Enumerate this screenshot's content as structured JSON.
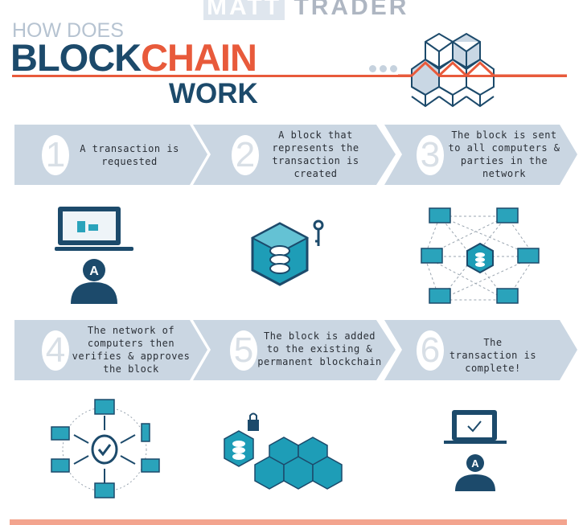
{
  "watermark": {
    "left": "MATT",
    "right": "TRADER"
  },
  "header": {
    "line1": "HOW DOES",
    "word1": "BLOCK",
    "word2": "CHAIN",
    "line3": "WORK"
  },
  "steps": [
    {
      "number": "1",
      "text": "A transaction is requested",
      "icon": "laptop-user-icon"
    },
    {
      "number": "2",
      "text": "A block that represents the transaction is created",
      "icon": "block-key-icon"
    },
    {
      "number": "3",
      "text": "The block is sent to all computers & parties in the network",
      "icon": "network-broadcast-icon"
    },
    {
      "number": "4",
      "text": "The network of computers then verifies & approves the block",
      "icon": "network-verify-icon"
    },
    {
      "number": "5",
      "text": "The block is added to the existing & permanent blockchain",
      "icon": "blockchain-lock-icon"
    },
    {
      "number": "6",
      "text": "The transaction is complete!",
      "icon": "laptop-check-user-icon"
    }
  ],
  "colors": {
    "navy": "#1c4a6b",
    "orange": "#e85a3b",
    "teal": "#1e9db7",
    "chevron": "#cad6e2"
  }
}
